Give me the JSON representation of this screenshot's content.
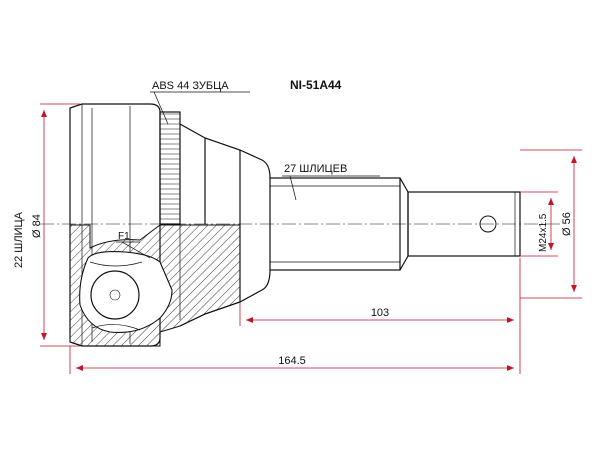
{
  "part_number": "NI-51A44",
  "callouts": {
    "abs_teeth": "ABS 44 ЗУБЦА",
    "outer_splines": "27 ШЛИЦЕВ",
    "f1": "F1"
  },
  "dimensions": {
    "inner_splines": "22 ШЛИЦА",
    "bell_diameter": "Ø 84",
    "thread": "M24x1.5",
    "shaft_diameter": "Ø 56",
    "length_shaft": "103",
    "length_total": "164.5"
  },
  "colors": {
    "dimension_lines": "#c0152a",
    "outline": "#111111"
  }
}
